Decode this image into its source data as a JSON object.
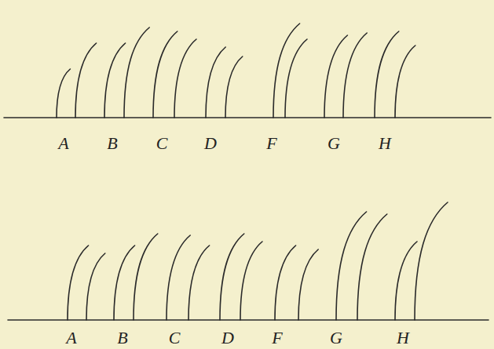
{
  "diagram": {
    "labels": [
      "A",
      "B",
      "C",
      "D",
      "F",
      "G",
      "H",
      "A",
      "B",
      "C",
      "D",
      "F",
      "G",
      "H"
    ]
  }
}
